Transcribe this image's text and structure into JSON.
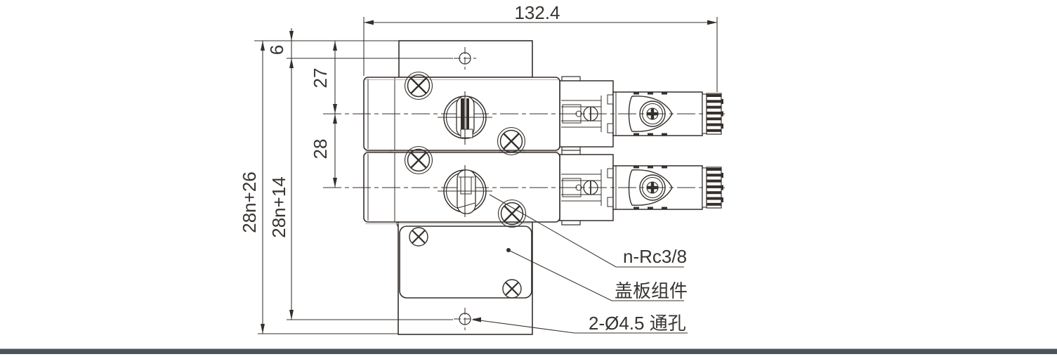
{
  "drawing": {
    "type": "engineering-dimension-drawing",
    "dimensions": {
      "overall_width": "132.4",
      "top_hole_offset": "6",
      "first_station_pitch": "27",
      "station_pitch": "28",
      "overall_height_formula": "28n+26",
      "mounting_hole_spacing_formula": "28n+14"
    },
    "callouts": {
      "port_thread": "n-Rc3/8",
      "cover_plate": "盖板组件",
      "through_holes": "2-Ø4.5 通孔"
    },
    "colors": {
      "line": "#352f2b",
      "text": "#393430",
      "footer_bar": "#4b545b",
      "background": "#ffffff"
    }
  }
}
